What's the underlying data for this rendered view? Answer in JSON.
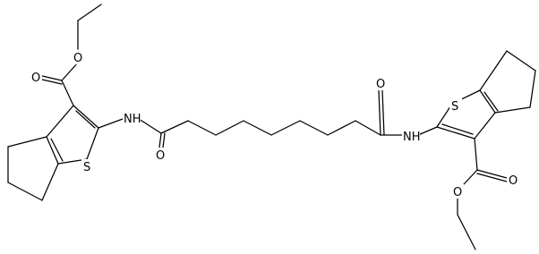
{
  "structure": {
    "atom_labels": {
      "o_carbonyl_left": "O",
      "o_ether_left": "O",
      "s_left": "S",
      "nh_left": "NH",
      "o_amide_left": "O",
      "o_amide_right": "O",
      "nh_right": "NH",
      "s_right": "S",
      "o_carbonyl_right": "O",
      "o_ether_right": "O"
    }
  }
}
